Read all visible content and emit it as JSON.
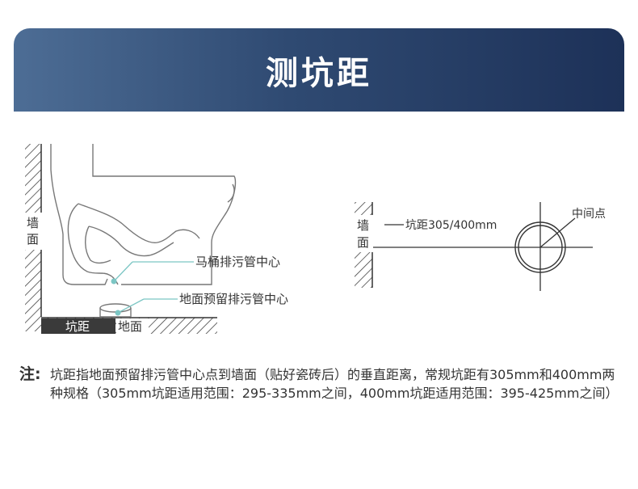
{
  "header": {
    "title": "测坑距"
  },
  "left_diagram": {
    "wall_label_1": "墙",
    "wall_label_2": "面",
    "toilet_drain_label": "马桶排污管中心",
    "floor_drain_label": "地面预留排污管中心",
    "pit_distance_label": "坑距",
    "floor_label": "地面"
  },
  "right_diagram": {
    "wall_label_1": "墙",
    "wall_label_2": "面",
    "pit_distance_label": "坑距305/400mm",
    "center_label": "中间点"
  },
  "note": {
    "mark": "注:",
    "text": "坑距指地面预留排污管中心点到墙面（贴好瓷砖后）的垂直距离，常规坑距有305mm和400mm两种规格（305mm坑距适用范围：295-335mm之间，400mm坑距适用范围：395-425mm之间）"
  },
  "colors": {
    "banner_start": "#4d6d95",
    "banner_end": "#1d3158",
    "callout_teal": "#7cc6c4",
    "line_dark": "#333333"
  }
}
